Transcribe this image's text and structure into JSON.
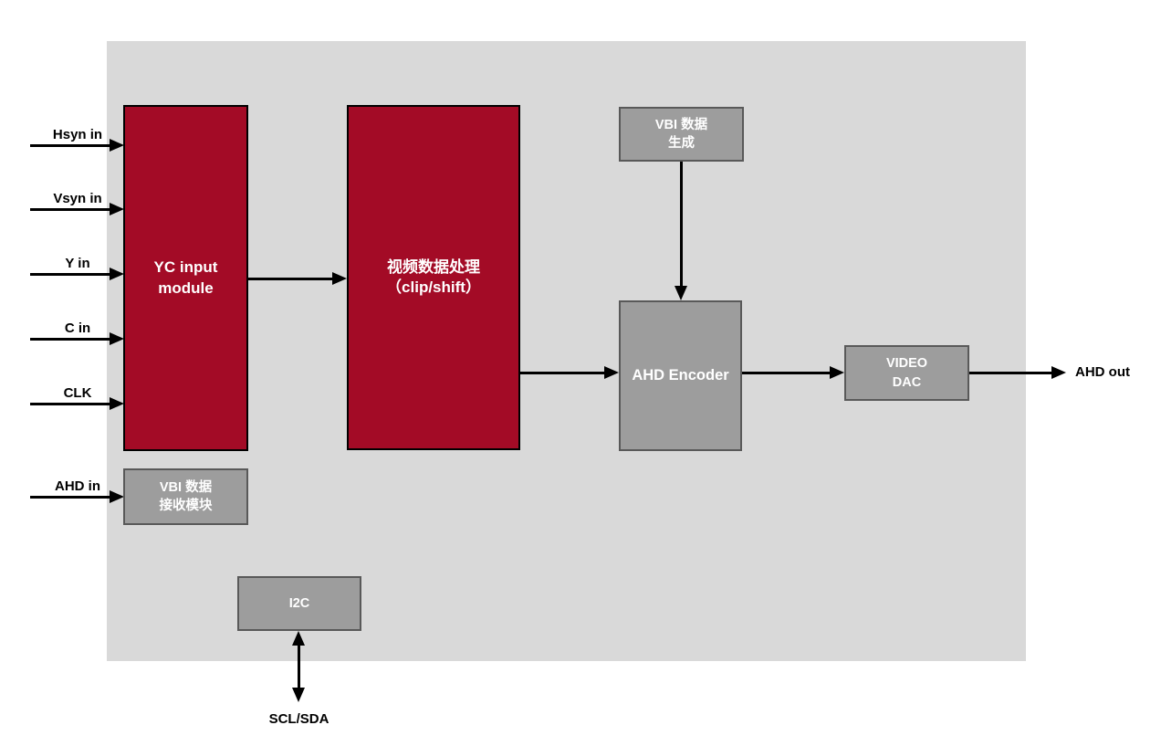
{
  "colors": {
    "chip_background": "#D9D9D9",
    "red_block_fill": "#A30B26",
    "red_block_border": "#000000",
    "gray_block_fill": "#9D9D9D",
    "gray_block_border": "#595959",
    "line_color": "#000000",
    "block_text_color": "#FFFFFF",
    "pin_label_color": "#000000"
  },
  "inputs": [
    {
      "label": "Hsyn in"
    },
    {
      "label": "Vsyn in"
    },
    {
      "label": "Y in"
    },
    {
      "label": "C in"
    },
    {
      "label": "CLK"
    },
    {
      "label": "AHD in"
    }
  ],
  "blocks": {
    "yc_input": {
      "label": "YC input\nmodule"
    },
    "video_processing": {
      "label": "视频数据处理\n（clip/shift）"
    },
    "vbi_generate": {
      "label": "VBI 数据\n生成"
    },
    "ahd_encoder": {
      "label": "AHD Encoder"
    },
    "video_dac": {
      "label": "VIDEO\nDAC"
    },
    "vbi_receive": {
      "label": "VBI 数据\n接收模块"
    },
    "i2c": {
      "label": "I2C"
    }
  },
  "outputs": {
    "ahd_out": {
      "label": "AHD out"
    },
    "scl_sda": {
      "label": "SCL/SDA"
    }
  }
}
